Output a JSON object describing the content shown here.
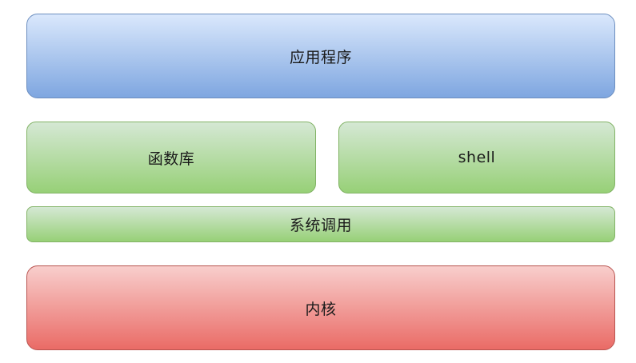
{
  "layers": {
    "application": "应用程序",
    "library": "函数库",
    "shell": "shell",
    "syscall": "系统调用",
    "kernel": "内核"
  },
  "colors": {
    "application_fill_top": "#dae8fc",
    "application_fill_bottom": "#7ea6e0",
    "application_border": "#6c8ebf",
    "middle_fill_top": "#d5e8d4",
    "middle_fill_bottom": "#97d077",
    "middle_border": "#82b366",
    "kernel_fill_top": "#f8cecc",
    "kernel_fill_bottom": "#ea6b66",
    "kernel_border": "#b85450"
  }
}
